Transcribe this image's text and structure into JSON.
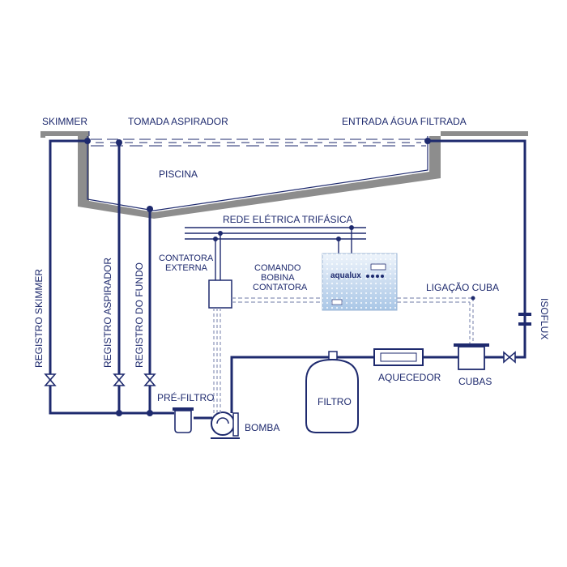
{
  "labels": {
    "skimmer": "SKIMMER",
    "tomada_aspirador": "TOMADA ASPIRADOR",
    "entrada_agua_filtrada": "ENTRADA ÁGUA FILTRADA",
    "piscina": "PISCINA",
    "rede_eletrica": "REDE ELÉTRICA TRIFÁSICA",
    "contatora_externa_1": "CONTATORA",
    "contatora_externa_2": "EXTERNA",
    "comando_1": "COMANDO",
    "comando_2": "BOBINA",
    "comando_3": "CONTATORA",
    "ligacao_cuba": "LIGAÇÃO CUBA",
    "isoflux": "ISOFLUX",
    "registro_skimmer": "REGISTRO SKIMMER",
    "registro_aspirador": "REGISTRO ASPIRADOR",
    "registro_fundo": "REGISTRO DO FUNDO",
    "pre_filtro": "PRÉ-FILTRO",
    "bomba": "BOMBA",
    "filtro": "FILTRO",
    "aquecedor": "AQUECEDOR",
    "cubas": "CUBAS",
    "brand": "aqualux"
  },
  "colors": {
    "pipe": "#1e2a6e",
    "dashed": "#8a93b8",
    "hatch": "#8d8d8d",
    "panel": "#dce8f6"
  }
}
